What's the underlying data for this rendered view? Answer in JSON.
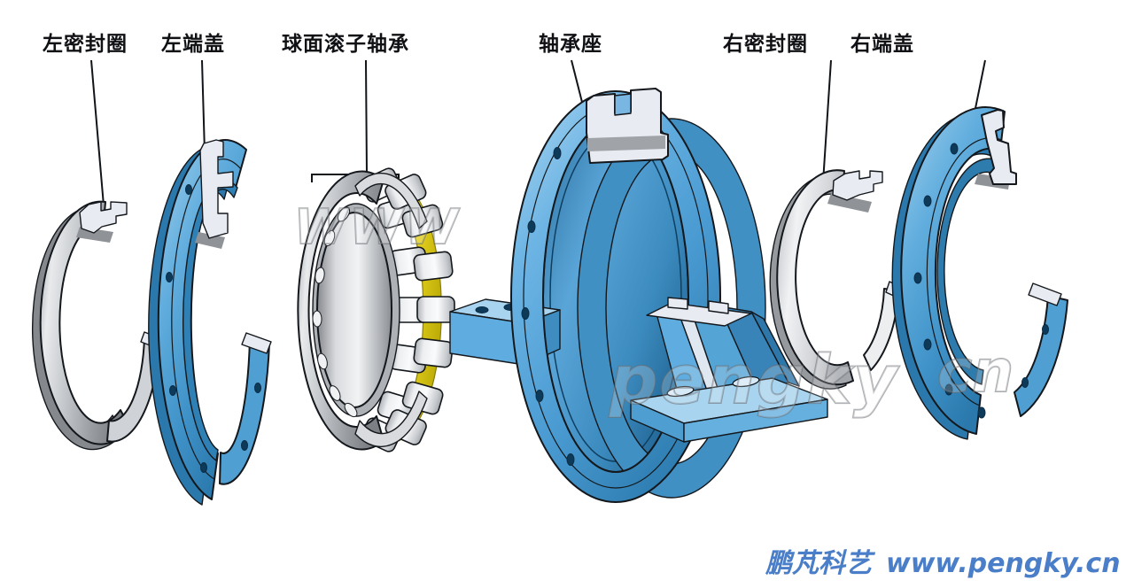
{
  "diagram": {
    "parts": [
      {
        "name": "left-seal-ring",
        "label": "左密封圈",
        "material_color": "#c3c6ca"
      },
      {
        "name": "left-end-cover",
        "label": "左端盖",
        "material_color": "#5fade0"
      },
      {
        "name": "spherical-roller-bearing",
        "label": "球面滚子轴承",
        "material_color": "#c3c6ca",
        "cage_color": "#e3d21d",
        "roller_color": "#f2f3f5"
      },
      {
        "name": "bearing-housing",
        "label": "轴承座",
        "material_color": "#5fade0"
      },
      {
        "name": "right-seal-ring",
        "label": "右密封圈",
        "material_color": "#d4d6da"
      },
      {
        "name": "right-end-cover",
        "label": "右端盖",
        "material_color": "#5fade0"
      }
    ],
    "watermarks": {
      "www": "WWW",
      "pengky": "pengky",
      "cn": "cn"
    },
    "footer": {
      "brand": "鹏芃科艺",
      "site": "www.pengky.cn",
      "color": "#4a7ec8"
    },
    "colors": {
      "outline": "#14181c",
      "cut_face": "#e9ebf2",
      "label_black": "#101114",
      "background": "#ffffff"
    }
  }
}
